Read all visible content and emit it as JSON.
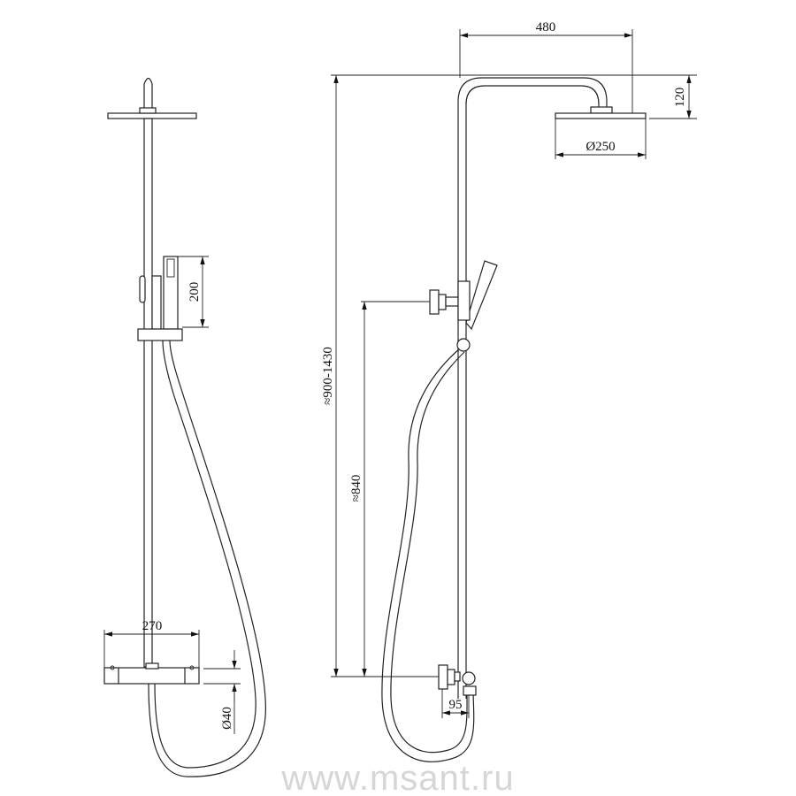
{
  "dimensions": {
    "head_reach": "480",
    "head_height": "120",
    "head_diameter": "Ø250",
    "handshower_length": "200",
    "total_height": "≈900-1430",
    "mixer_to_bracket": "≈840",
    "mixer_width": "270",
    "mixer_diameter": "Ø40",
    "wall_offset": "95"
  },
  "watermark": "www.msant.ru"
}
